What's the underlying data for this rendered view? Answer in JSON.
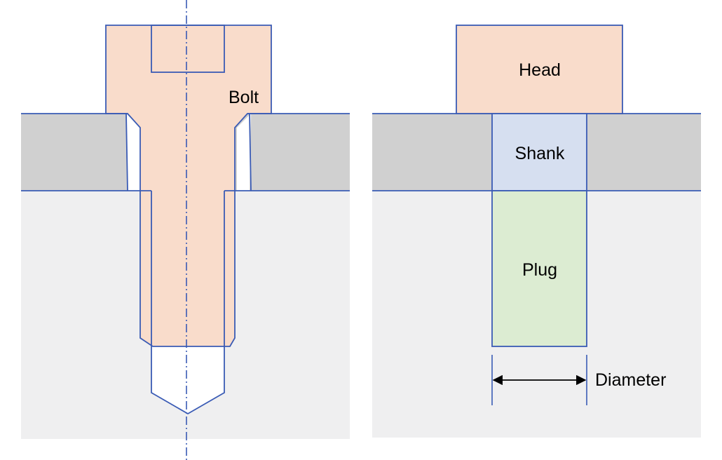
{
  "labels": {
    "bolt": "Bolt",
    "head": "Head",
    "shank": "Shank",
    "plug": "Plug",
    "diameter": "Diameter"
  },
  "colors": {
    "outline": "#3a5bb5",
    "bolt_fill": "#f9dccb",
    "head_fill": "#f9dccb",
    "shank_fill": "#d6dff0",
    "plug_fill": "#dcecd2",
    "plate": "#d0d0d0",
    "base": "#efeff0",
    "hole": "#ffffff",
    "arrow": "#000000"
  }
}
